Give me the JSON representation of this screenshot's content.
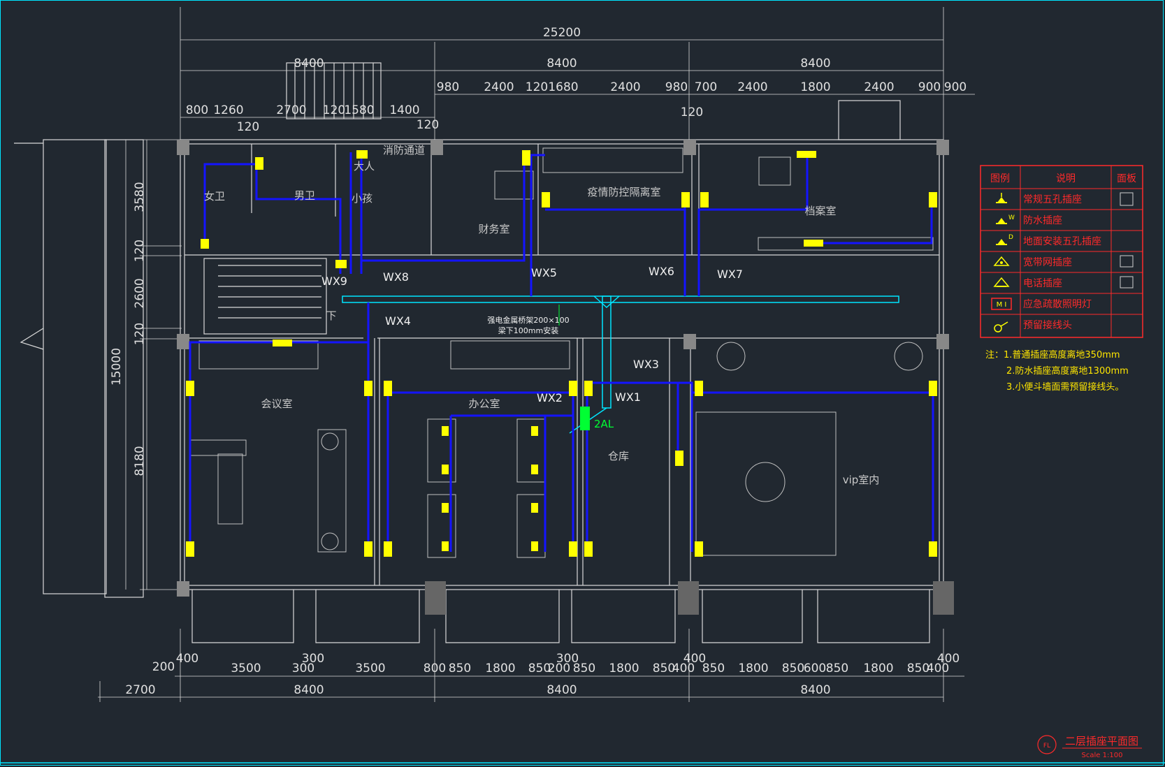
{
  "plan": {
    "title": "二层插座平面图",
    "scale": "Scale 1:100",
    "seal": "FL"
  },
  "dimensions": {
    "overall": "25200",
    "bays_top": [
      "8400",
      "8400",
      "8400"
    ],
    "bays_bottom": [
      "8400",
      "8400",
      "8400"
    ],
    "bottom_left": "2700",
    "bottom_labels": [
      "200",
      "400",
      "3500",
      "300",
      "300",
      "3500",
      "800",
      "850",
      "1800",
      "850",
      "200",
      "300",
      "850",
      "1800",
      "850",
      "400",
      "400",
      "850",
      "1800",
      "850",
      "600",
      "850",
      "1800",
      "850",
      "400",
      "400"
    ],
    "top_row1": [
      "980",
      "2400",
      "120",
      "1680",
      "2400",
      "980",
      "700",
      "2400",
      "1800",
      "2400",
      "900",
      "900"
    ],
    "top_row2": [
      "800",
      "1260",
      "2700",
      "120",
      "1580",
      "1400"
    ],
    "top_120a": "120",
    "top_120b": "120",
    "top_120c": "120",
    "left": [
      "3580",
      "120",
      "2600",
      "120",
      "8180"
    ],
    "left_overall": "15000"
  },
  "rooms": {
    "womens_wc": "女卫",
    "mens_wc": "男卫",
    "disabled": "大人",
    "child": "小孩",
    "fire_passage": "消防通道",
    "finance": "财务室",
    "isolation": "疫情防控隔离室",
    "archive": "档案室",
    "meeting": "会议室",
    "office": "办公室",
    "warehouse": "仓库",
    "vip": "vip室内",
    "down": "下"
  },
  "circuits": [
    "WX1",
    "WX2",
    "WX3",
    "WX4",
    "WX5",
    "WX6",
    "WX7",
    "WX8",
    "WX9"
  ],
  "panel_label": "2AL",
  "tray_note_1": "强电金属桥架200×100",
  "tray_note_2": "梁下100mm安装",
  "legend": {
    "header": [
      "图例",
      "说明",
      "面板"
    ],
    "items": [
      {
        "label": "常规五孔插座",
        "icon": "socket-5-hole-icon"
      },
      {
        "label": "防水插座",
        "icon": "waterproof-socket-icon"
      },
      {
        "label": "地面安装五孔插座",
        "icon": "floor-socket-icon"
      },
      {
        "label": "宽带网插座",
        "icon": "network-socket-icon"
      },
      {
        "label": "电话插座",
        "icon": "phone-socket-icon"
      },
      {
        "label": "应急疏散照明灯",
        "icon": "emergency-light-icon"
      },
      {
        "label": "预留接线头",
        "icon": "reserved-terminal-icon"
      }
    ],
    "mark_w": "W",
    "mark_d": "D",
    "mark_mi": "M I"
  },
  "notes": [
    "注：1.普通插座高度离地350mm",
    "2.防水插座高度离地1300mm",
    "3.小便斗墙面需预留接线头。"
  ],
  "colors": {
    "background": "#212830",
    "cable": "#1414ff",
    "socket": "#ffff00",
    "tray": "#00e5ff",
    "legend": "#ff2a2a",
    "panel": "#00ff33"
  }
}
